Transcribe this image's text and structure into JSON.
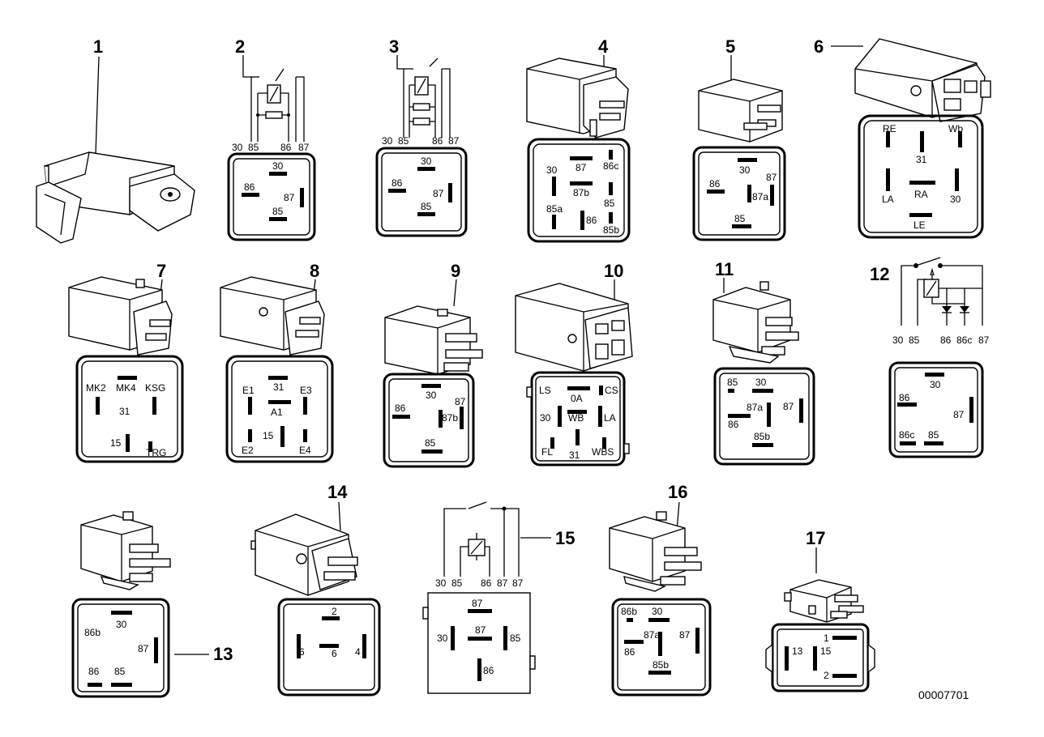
{
  "diagram_code": "00007701",
  "relays": [
    {
      "id": "r1",
      "number": "1",
      "pins": []
    },
    {
      "id": "r2",
      "number": "2",
      "schematic_terminals": [
        "30",
        "85",
        "86",
        "87"
      ],
      "pins": [
        "30",
        "86",
        "87",
        "85"
      ]
    },
    {
      "id": "r3",
      "number": "3",
      "schematic_terminals": [
        "30",
        "85",
        "86",
        "87"
      ],
      "pins": [
        "30",
        "86",
        "87",
        "85"
      ]
    },
    {
      "id": "r4",
      "number": "4",
      "pins": [
        "87",
        "86c",
        "30",
        "87b",
        "85",
        "85a",
        "86",
        "85b"
      ]
    },
    {
      "id": "r5",
      "number": "5",
      "pins": [
        "30",
        "86",
        "87",
        "87a",
        "85"
      ]
    },
    {
      "id": "r6",
      "number": "6",
      "pins": [
        "RE",
        "Wb",
        "31",
        "LA",
        "RA",
        "30",
        "LE"
      ]
    },
    {
      "id": "r7",
      "number": "7",
      "pins": [
        "MK2",
        "MK4",
        "KSG",
        "31",
        "15",
        "TRG"
      ]
    },
    {
      "id": "r8",
      "number": "8",
      "pins": [
        "31",
        "E1",
        "E3",
        "A1",
        "E2",
        "15",
        "E4"
      ]
    },
    {
      "id": "r9",
      "number": "9",
      "pins": [
        "30",
        "86",
        "87",
        "87b",
        "85"
      ]
    },
    {
      "id": "r10",
      "number": "10",
      "pins": [
        "LS",
        "0A",
        "CS",
        "30",
        "WB",
        "LA",
        "FL",
        "31",
        "WBS"
      ]
    },
    {
      "id": "r11",
      "number": "11",
      "pins": [
        "85",
        "30",
        "87a",
        "87",
        "86",
        "85b"
      ]
    },
    {
      "id": "r12",
      "number": "12",
      "schematic_terminals": [
        "30",
        "85",
        "86",
        "86c",
        "87"
      ],
      "pins": [
        "30",
        "86",
        "87",
        "86c",
        "85"
      ]
    },
    {
      "id": "r13",
      "number": "13",
      "pins": [
        "86b",
        "30",
        "87",
        "86",
        "85"
      ]
    },
    {
      "id": "r14",
      "number": "14",
      "pins": [
        "2",
        "6",
        "6",
        "4"
      ]
    },
    {
      "id": "r15",
      "number": "15",
      "schematic_terminals": [
        "30",
        "85",
        "86",
        "87",
        "87"
      ],
      "pins": [
        "87",
        "30",
        "87",
        "85",
        "86"
      ]
    },
    {
      "id": "r16",
      "number": "16",
      "pins": [
        "86b",
        "30",
        "87a",
        "87",
        "86",
        "85b"
      ]
    },
    {
      "id": "r17",
      "number": "17",
      "pins": [
        "1",
        "13",
        "15",
        "2"
      ]
    }
  ]
}
